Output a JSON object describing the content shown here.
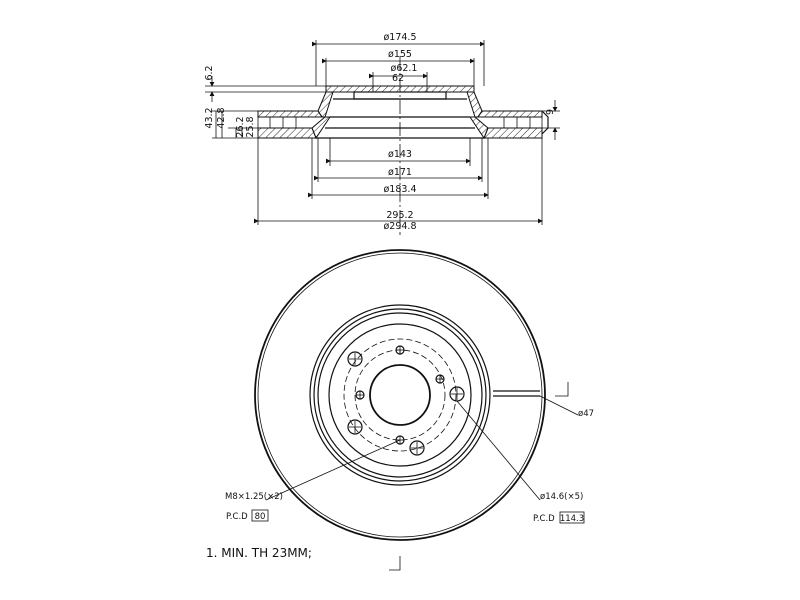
{
  "dimensions": {
    "d_174_5": "ø174.5",
    "d_155": "ø155",
    "d_62_1_top": "ø62.1",
    "d_62_1_bottom": "62",
    "d_143": "ø143",
    "d_171": "ø171",
    "d_183_4": "ø183.4",
    "d_295_top": "295.2",
    "d_295_bottom": "ø294.8",
    "h_6_2": "6.2",
    "h_43_2": "43.2",
    "h_42_8": "42.8",
    "h_26_2": "26.2",
    "h_25_8": "25.8",
    "h_9": "9",
    "d_47": "ø47"
  },
  "callouts": {
    "thread": "M8×1.25(×2)",
    "pcd_left_label": "P.C.D",
    "pcd_left_value": "80",
    "bolt_hole": "ø14.6(×5)",
    "pcd_right_label": "P.C.D",
    "pcd_right_value": "114.3"
  },
  "notes": {
    "min_thickness": "1. MIN. TH 23MM;"
  },
  "colors": {
    "line": "#111111",
    "background": "#ffffff"
  }
}
